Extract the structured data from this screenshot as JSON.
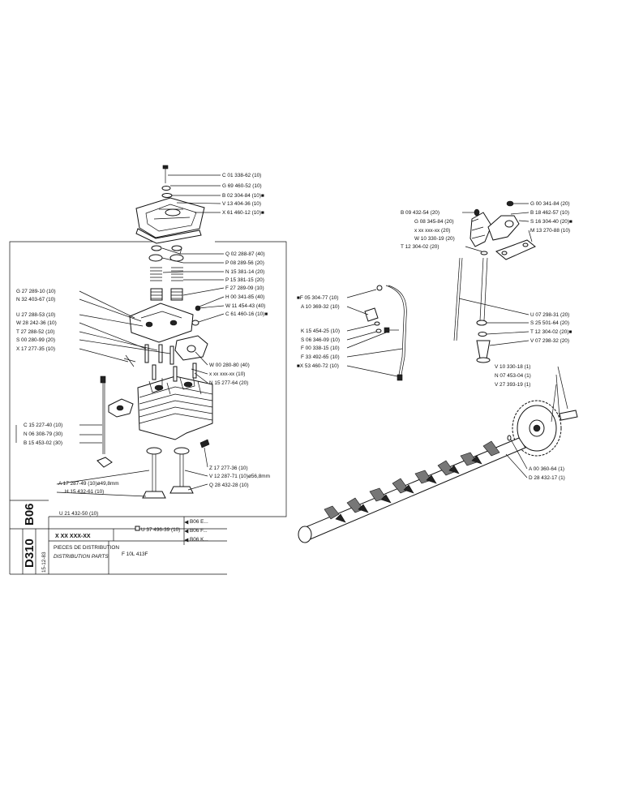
{
  "sheet": {
    "group_code": "B06",
    "section_code": "D310",
    "date": "15-12-83",
    "ref_placeholder": "X XX XXX-XX",
    "title_fr": "PIECES DE DISTRIBUTION",
    "title_en": "DISTRIBUTION PARTS",
    "engine": "F 10L 413F",
    "kit_ref": "U 21 432-50 (10)",
    "kit_ref2": "U 37 496-39 (10)",
    "crossrefs": [
      "B06 E...",
      "B06 F...",
      "B06 K..."
    ]
  },
  "labels": {
    "cover_parts": [
      "C 01 338-62 (10)",
      "G 69 460-52 (10)",
      "B 02 304-84 (10)■",
      "V 13 404-36 (10)",
      "X 61 460-12 (10)■"
    ],
    "valve_parts_right": [
      "Q 02 288-87 (40)",
      "P 08 289-56 (20)",
      "N 15 381-14 (20)",
      "P 15 381-15 (20)",
      "F 27 289-09 (10)",
      "H 00 341-85 (40)",
      "W 11 454-43 (40)",
      "C 61 460-16 (10)■"
    ],
    "head_left": [
      "G 27 289-10 (10)",
      "N 32 403-67 (10)",
      "U 27 288-53 (10)",
      "W 28 242-36 (10)",
      "T 27 288-52 (10)",
      "S 00 280-99 (20)",
      "X 17 277-35 (10)"
    ],
    "head_right": [
      "W 00 280-80 (40)",
      "x xx xxx-xx (10)",
      "N 15 277-64 (20)"
    ],
    "bolt_group": [
      "C 15 227-40 (10)",
      "N 06 308-79 (30)",
      "B 15 453-02 (30)"
    ],
    "valves_left": [
      "A 17 287-49 (10)ø49,8mm",
      "H 15 432-61 (10)"
    ],
    "valves_right": [
      "Z 17 277-36 (10)",
      "V 12 287-71 (10)ø56,8mm",
      "Q 28 432-28 (10)"
    ],
    "rocker_left": [
      "B 09 432-54 (20)",
      "G 08 345-84 (20)",
      "x xx xxx-xx (20)",
      "W 10 330-19 (20)",
      "T 12 304-02 (20)"
    ],
    "rocker_right": [
      "G 00 341-84 (20)",
      "B 18 462-57 (10)",
      "S 16 304-40 (20)■",
      "M 13 270-88 (10)"
    ],
    "oil_line": [
      "■F 05 304-77 (10)",
      "A 10 369-32 (10)",
      "K 15 454-25 (10)",
      "S 06 346-09 (10)",
      "F 00 338-15 (10)",
      "F 33 492-65 (10)",
      "■X 53 460-72 (10)"
    ],
    "pushrod": [
      "U 07 298-31 (20)",
      "S 25 501-64 (20)",
      "T 12 304-02 (20)■",
      "V 07 298-32 (20)"
    ],
    "gear": [
      "V 10 330-18 (1)",
      "N 07 453-04 (1)",
      "V 27 393-19 (1)"
    ],
    "camshaft": [
      "A 00 360-64 (1)",
      "D 28 432-17 (1)"
    ]
  }
}
